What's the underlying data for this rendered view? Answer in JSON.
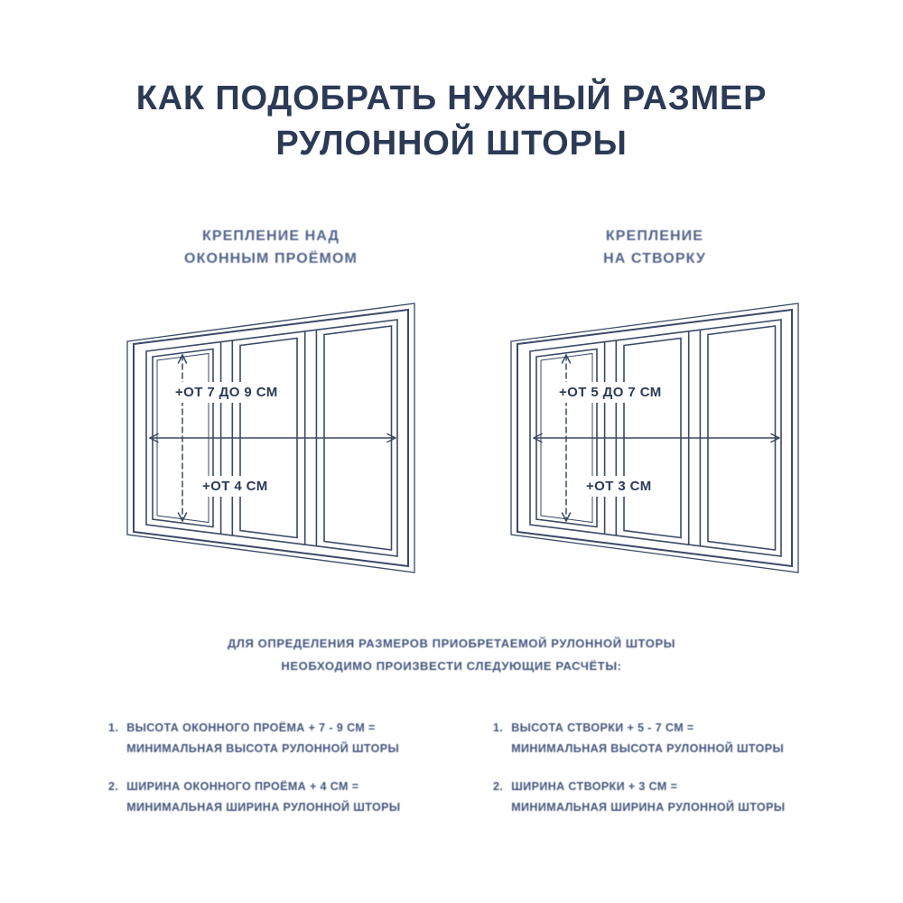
{
  "title": {
    "line1": "КАК ПОДОБРАТЬ НУЖНЫЙ РАЗМЕР",
    "line2": "РУЛОННОЙ ШТОРЫ"
  },
  "colors": {
    "ink_dark": "#2d3a56",
    "ink_muted": "#54648c",
    "line": "#3b4965",
    "background": "#ffffff"
  },
  "left_column": {
    "heading_line1": "КРЕПЛЕНИЕ НАД",
    "heading_line2": "ОКОННЫМ ПРОЁМОМ",
    "height_label": "+ОТ 7 ДО 9 СМ",
    "width_label": "+ОТ 4 СМ",
    "items": [
      {
        "num": "1.",
        "line1": "ВЫСОТА ОКОННОГО ПРОЁМА + 7 - 9 СМ =",
        "line2": "МИНИМАЛЬНАЯ ВЫСОТА РУЛОННОЙ ШТОРЫ"
      },
      {
        "num": "2.",
        "line1": "ШИРИНА ОКОННОГО ПРОЁМА + 4 СМ =",
        "line2": "МИНИМАЛЬНАЯ ШИРИНА РУЛОННОЙ ШТОРЫ"
      }
    ]
  },
  "right_column": {
    "heading_line1": "КРЕПЛЕНИЕ",
    "heading_line2": "НА СТВОРКУ",
    "height_label": "+ОТ 5 ДО 7 СМ",
    "width_label": "+ОТ 3 СМ",
    "items": [
      {
        "num": "1.",
        "line1": "ВЫСОТА СТВОРКИ + 5 - 7 СМ =",
        "line2": "МИНИМАЛЬНАЯ ВЫСОТА РУЛОННОЙ ШТОРЫ"
      },
      {
        "num": "2.",
        "line1": "ШИРИНА СТВОРКИ + 3 СМ =",
        "line2": "МИНИМАЛЬНАЯ ШИРИНА РУЛОННОЙ ШТОРЫ"
      }
    ]
  },
  "note": {
    "line1": "ДЛЯ ОПРЕДЕЛЕНИЯ РАЗМЕРОВ ПРИОБРЕТАЕМОЙ РУЛОННОЙ ШТОРЫ",
    "line2": "НЕОБХОДИМО ПРОИЗВЕСТИ СЛЕДУЮЩИЕ РАСЧЁТЫ:"
  }
}
